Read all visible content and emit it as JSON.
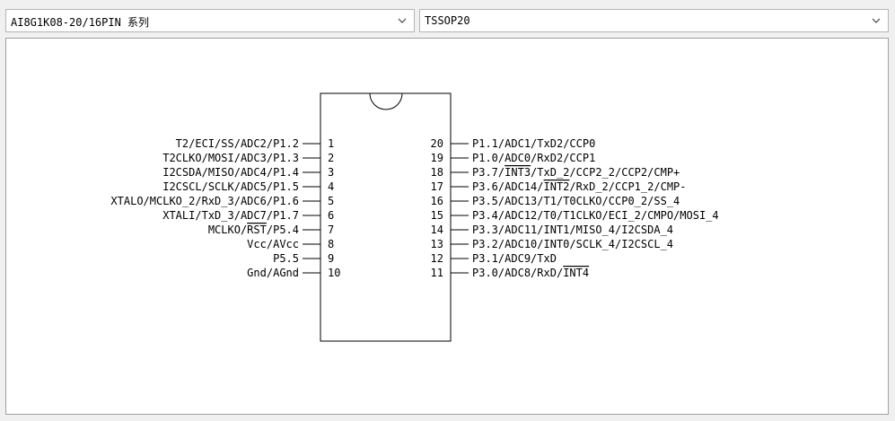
{
  "series_select": {
    "value": "AI8G1K08-20/16PIN 系列"
  },
  "package_select": {
    "value": "TSSOP20"
  },
  "chip": {
    "left_pins": [
      {
        "number": "1",
        "label": "T2/ECI/SS/ADC2/P1.2"
      },
      {
        "number": "2",
        "label": "T2CLKO/MOSI/ADC3/P1.3"
      },
      {
        "number": "3",
        "label": "I2CSDA/MISO/ADC4/P1.4"
      },
      {
        "number": "4",
        "label": "I2CSCL/SCLK/ADC5/P1.5"
      },
      {
        "number": "5",
        "label": "XTALO/MCLKO_2/RxD_3/ADC6/P1.6"
      },
      {
        "number": "6",
        "label": "XTALI/TxD_3/ADC7/P1.7"
      },
      {
        "number": "7",
        "label": "MCLKO/RST/P5.4"
      },
      {
        "number": "8",
        "label": "Vcc/AVcc"
      },
      {
        "number": "9",
        "label": "P5.5"
      },
      {
        "number": "10",
        "label": "Gnd/AGnd"
      }
    ],
    "right_pins": [
      {
        "number": "20",
        "label": "P1.1/ADC1/TxD2/CCP0"
      },
      {
        "number": "19",
        "label": "P1.0/ADC0/RxD2/CCP1"
      },
      {
        "number": "18",
        "label": "P3.7/INT3/TxD_2/CCP2_2/CCP2/CMP+"
      },
      {
        "number": "17",
        "label": "P3.6/ADC14/INT2/RxD_2/CCP1_2/CMP-"
      },
      {
        "number": "16",
        "label": "P3.5/ADC13/T1/T0CLKO/CCP0_2/SS_4"
      },
      {
        "number": "15",
        "label": "P3.4/ADC12/T0/T1CLKO/ECI_2/CMPO/MOSI_4"
      },
      {
        "number": "14",
        "label": "P3.3/ADC11/INT1/MISO_4/I2CSDA_4"
      },
      {
        "number": "13",
        "label": "P3.2/ADC10/INT0/SCLK_4/I2CSCL_4"
      },
      {
        "number": "12",
        "label": "P3.1/ADC9/TxD"
      },
      {
        "number": "11",
        "label": "P3.0/ADC8/RxD/INT4"
      }
    ]
  }
}
